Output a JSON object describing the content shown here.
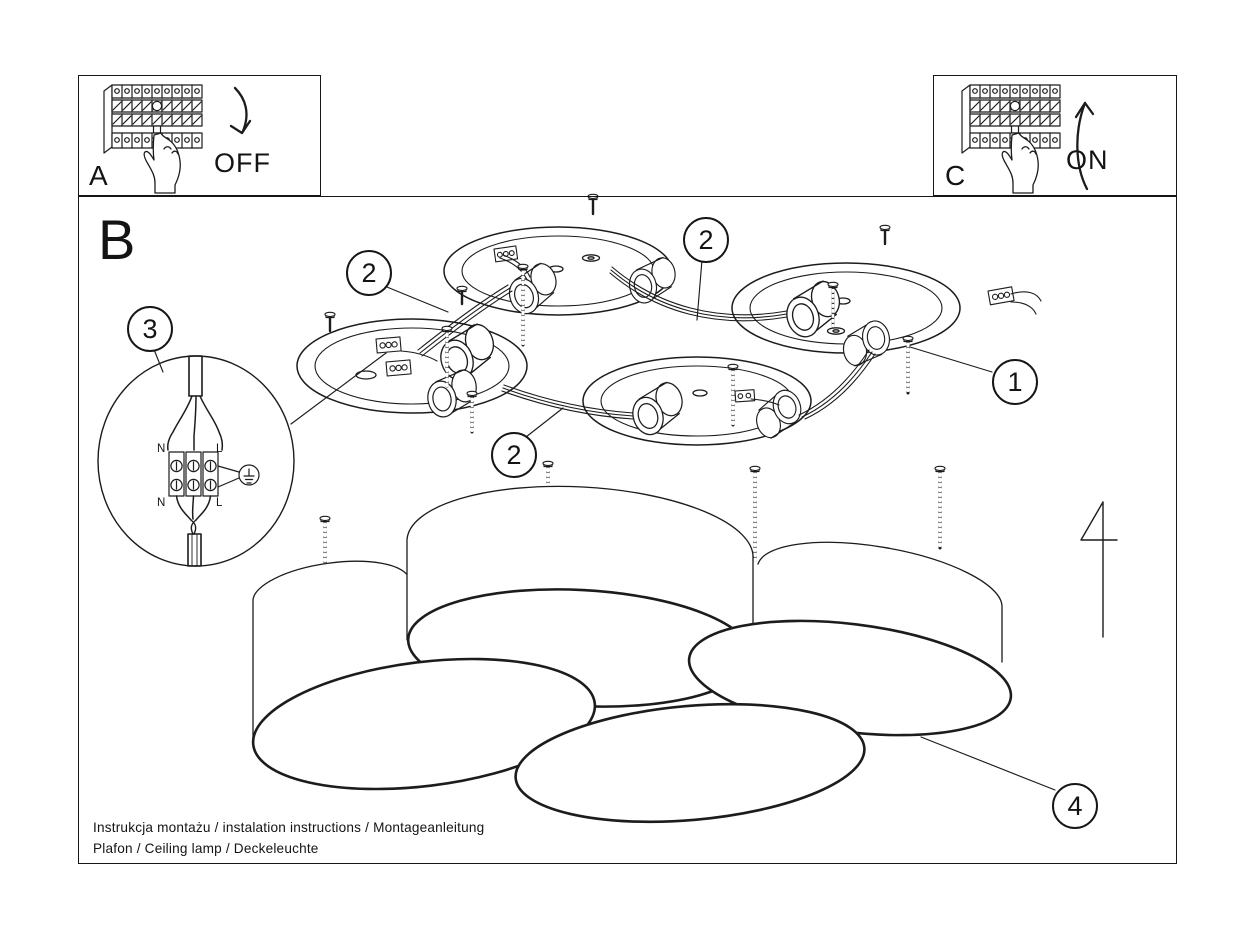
{
  "document": {
    "panel_a": {
      "label": "A",
      "state": "OFF"
    },
    "panel_c": {
      "label": "C",
      "state": "ON"
    },
    "section_b": {
      "label": "B"
    },
    "callouts": {
      "mounting_screw": "1",
      "wire_link_a": "2",
      "wire_link_b": "2",
      "wire_link_c": "2",
      "wiring_detail": "3",
      "lamp_shade": "4"
    },
    "wiring_detail_labels": {
      "top_left": "N",
      "top_right": "L",
      "bottom_left": "N",
      "bottom_right": "L"
    },
    "footer": {
      "line1": "Instrukcja montażu / instalation instructions / Montageanleitung",
      "line2": "Plafon / Ceiling lamp / Deckeleuchte"
    }
  },
  "colors": {
    "background": "#ffffff",
    "ink": "#1c1c1c"
  }
}
